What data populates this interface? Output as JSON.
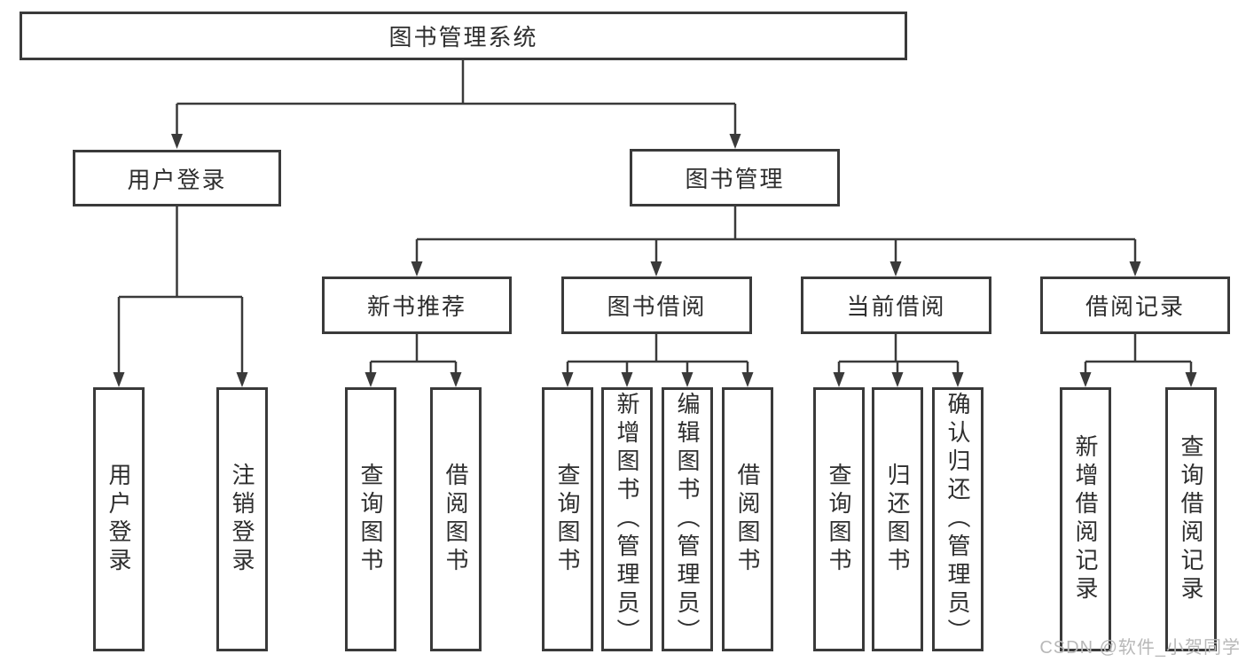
{
  "tree": {
    "root": {
      "label": "图书管理系统"
    },
    "user_login": {
      "label": "用户登录",
      "children": [
        {
          "label": "用户登录"
        },
        {
          "label": "注销登录"
        }
      ]
    },
    "book_management": {
      "label": "图书管理",
      "sections": [
        {
          "label": "新书推荐",
          "children": [
            {
              "label": "查询图书"
            },
            {
              "label": "借阅图书"
            }
          ]
        },
        {
          "label": "图书借阅",
          "children": [
            {
              "label": "查询图书"
            },
            {
              "label": "新增图书（管理员）"
            },
            {
              "label": "编辑图书（管理员）"
            },
            {
              "label": "借阅图书"
            }
          ]
        },
        {
          "label": "当前借阅",
          "children": [
            {
              "label": "查询图书"
            },
            {
              "label": "归还图书"
            },
            {
              "label": "确认归还（管理员）"
            }
          ]
        },
        {
          "label": "借阅记录",
          "children": [
            {
              "label": "新增借阅记录"
            },
            {
              "label": "查询借阅记录"
            }
          ]
        }
      ]
    }
  },
  "watermark": "CSDN @软件_小贺同学",
  "colors": {
    "line": "#3a3a3a",
    "text": "#2e2e2e",
    "watermark": "#b8b8b8",
    "background": "#ffffff"
  }
}
